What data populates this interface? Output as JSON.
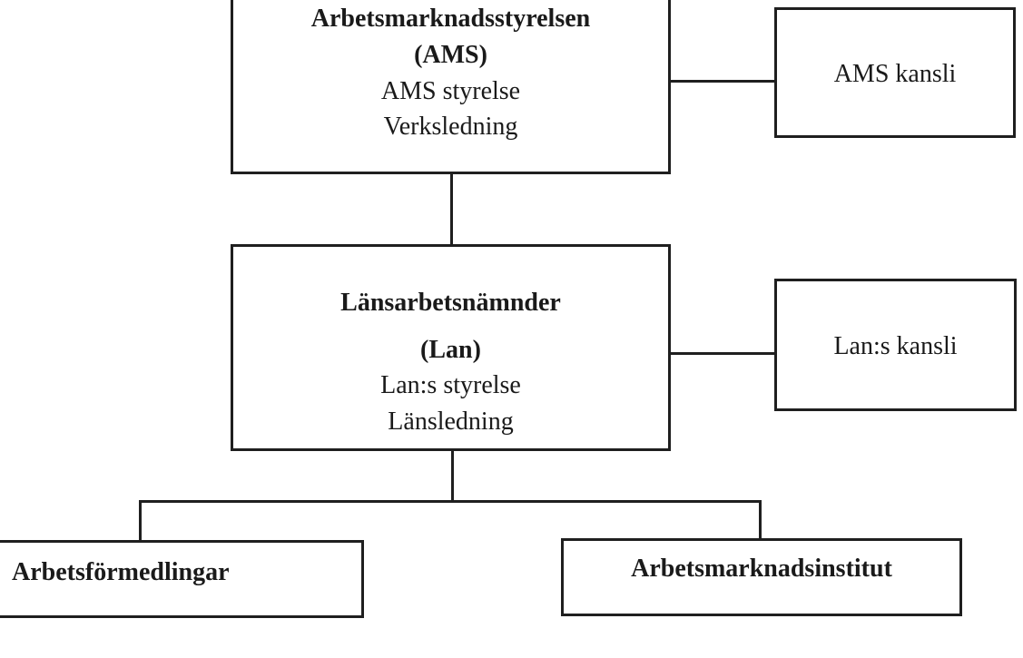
{
  "ams": {
    "title": "Arbetsmarknadsstyrelsen",
    "abbr": "(AMS)",
    "line1": "AMS styrelse",
    "line2": "Verksledning"
  },
  "ams_kansli": {
    "label": "AMS kansli"
  },
  "lan": {
    "title": "Länsarbetsnämnder",
    "abbr": "(Lan)",
    "line1": "Lan:s styrelse",
    "line2": "Länsledning"
  },
  "lan_kansli": {
    "label": "Lan:s kansli"
  },
  "arbetsformedlingar": {
    "label": "Arbetsförmedlingar"
  },
  "arbetsmarknadsinstitut": {
    "label": "Arbetsmarknadsinstitut"
  }
}
